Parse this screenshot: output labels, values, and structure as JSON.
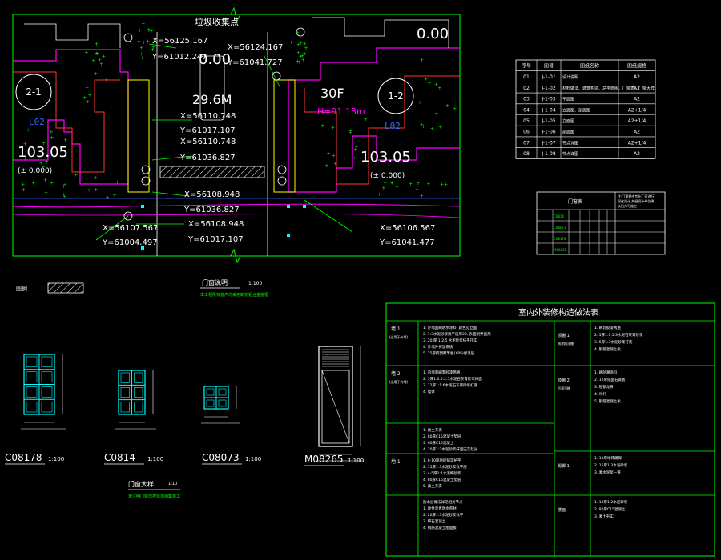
{
  "colors": {
    "background": "#000000",
    "frame": "#00ff00",
    "text": "#ffffff",
    "building": "#ff00ff",
    "boundary": "#ff0000",
    "tree": "#00ff00",
    "yellow": "#ffff00",
    "blue_label": "#3366ff",
    "door": "#00ffff",
    "table_line": "#00ff00"
  },
  "site_plan": {
    "title": "垃圾收集点",
    "building_left": {
      "id": "2-1",
      "elevation": "103.05",
      "relative": "(± 0.000)",
      "floors": "L02"
    },
    "building_right": {
      "id": "1-2",
      "elevation": "103.05",
      "relative": "(± 0.000)",
      "floors": "L02"
    },
    "road_width": "29.6M",
    "level_mid": "0.00",
    "level_right": "0.00",
    "storeys": "30F",
    "height": "H=91.13m",
    "coords": [
      "X=56125.167",
      "Y=61012.247",
      "X=56124.167",
      "Y=61041.727",
      "X=56110.748",
      "Y=61017.107",
      "X=56110.748",
      "Y=61036.827",
      "X=56108.948",
      "Y=61036.827",
      "X=56108.948",
      "Y=61017.107",
      "X=56107.567",
      "Y=61004.497",
      "X=56106.567",
      "Y=61041.477"
    ]
  },
  "drawing_list": {
    "headers": [
      "序号",
      "图号",
      "图纸名称",
      "图纸规格"
    ],
    "rows": [
      [
        "01",
        "J-1-01",
        "设计说明",
        "A2"
      ],
      [
        "02",
        "J-1-02",
        "材料做法、建筑构造、总平面图、门窗表、门窗大样",
        "A2"
      ],
      [
        "03",
        "J-1-03",
        "平面图",
        "A2"
      ],
      [
        "04",
        "J-1-04",
        "立面图、剖面图",
        "A2+1/4"
      ],
      [
        "05",
        "J-1-05",
        "立面图",
        "A2+1/4"
      ],
      [
        "06",
        "J-1-06",
        "剖面图",
        "A2"
      ],
      [
        "07",
        "J-1-07",
        "节点详图",
        "A2+1/4"
      ],
      [
        "08",
        "J-1-08",
        "节点详图",
        "A2"
      ]
    ]
  },
  "door_table": {
    "header_left": "门窗表",
    "header_right": "注:门窗需由专业厂家进行深化设计,并经设计单位确认后方可施工",
    "rows": [
      "C0814",
      "C08073",
      "C08178",
      "M08265"
    ]
  },
  "legend": {
    "hatch_label": "图例"
  },
  "window_section": {
    "title": "门窗说明",
    "scale": "1:100",
    "note": "本工程所有窗户均采用断桥铝合金窗框"
  },
  "elevations": [
    {
      "id": "C08178",
      "scale": "1:100"
    },
    {
      "id": "C0814",
      "scale": "1:100"
    },
    {
      "id": "C08073",
      "scale": "1:100"
    },
    {
      "id": "M08265",
      "scale": "1:100"
    }
  ],
  "door_detail": {
    "title": "门窗大样",
    "scale": "1:10",
    "note": "未注明门窗均按标准图集施工"
  },
  "finish_table": {
    "title": "室内外装修构造做法表",
    "left_rows": [
      {
        "label": "墙 1",
        "sub": "(适用于外墙)",
        "lines": [
          "1. 外墙面刷防水涂料, 颜色见立面",
          "2. 1:3水泥砂浆找平层厚20, 表面刷界面剂",
          "3. 20 厚 1:2.5 水泥砂浆抹平压实",
          "4. 外墙外保温系统",
          "5. 25厚挤塑聚苯板(XPS)保温层"
        ]
      },
      {
        "label": "墙 2",
        "sub": "(适用于内墙)",
        "lines": [
          "1. 内墙面刷乳胶漆两遍",
          "2. 5厚1:0.5:2.5水泥石灰膏砂浆抹面",
          "3. 12厚1:1:6水泥石灰膏砂浆打底",
          "4. 墙体"
        ]
      },
      {
        "label": "",
        "sub": "",
        "lines": [
          "1. 素土夯实",
          "2. 80厚C15混凝土垫层",
          "3. 60厚C15混凝土",
          "4. 20厚1:2水泥砂浆抹面压实赶光"
        ]
      },
      {
        "label": "地 1",
        "sub": "",
        "lines": [
          "1. 8-10厚地砖铺实拍平",
          "2. 15厚1:3水泥砂浆找平层",
          "3. 4-5厚1:1水泥细砂浆",
          "4. 80厚C15混凝土垫层",
          "5. 素土夯实"
        ]
      },
      {
        "label": "",
        "sub": "",
        "lines": [
          "防水层做法详见相关节点",
          "1. 改性沥青防水卷材",
          "2. 20厚1:3水泥砂浆找平",
          "3. 细石混凝土",
          "4. 钢筋混凝土屋面板"
        ]
      }
    ],
    "right_rows": [
      {
        "label": "顶棚 1",
        "sub": "刷涂料顶棚",
        "lines": [
          "1. 刷乳胶漆两遍",
          "2. 5厚1:0.5:3水泥石灰膏砂浆",
          "3. 5厚1:3水泥砂浆打底",
          "4. 钢筋混凝土板"
        ]
      },
      {
        "label": "顶棚 2",
        "sub": "吊顶顶棚",
        "lines": [
          "1. 刷防潮涂料",
          "2. 12厚纸面石膏板",
          "3. 轻钢龙骨",
          "4. 吊杆",
          "5. 钢筋混凝土板"
        ]
      },
      {
        "label": "踢脚 1",
        "sub": "",
        "lines": [
          "1. 10厚地砖踢脚",
          "2. 15厚1:3水泥砂浆",
          "3. 素水泥浆一道"
        ]
      },
      {
        "label": "楼面",
        "sub": "",
        "lines": [
          "1. 10厚1:2水泥砂浆",
          "2. 80厚C15混凝土",
          "3. 素土夯实"
        ]
      }
    ]
  }
}
